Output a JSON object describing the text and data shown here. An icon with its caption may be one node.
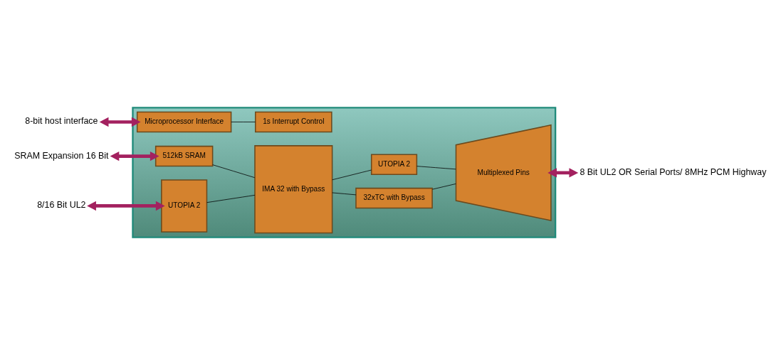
{
  "diagram": {
    "nodes": [
      {
        "text": [],
        "shape": "box"
      },
      {
        "text": [
          "Microprocessor Interface"
        ],
        "in": 0
      },
      {
        "text": [
          "1s Interrupt Control"
        ],
        "in": 0
      },
      {
        "text": [
          "512kB SRAM"
        ],
        "in": 0
      },
      {
        "text": [
          "32xTC with Bypass"
        ],
        "in": 0
      },
      {
        "text": [
          "IMA 32 with Bypass"
        ],
        "in": 0
      },
      {
        "text": [
          "UTOPIA 2"
        ],
        "in": 0
      },
      {
        "text": [
          "UTOPIA 2"
        ],
        "in": 0
      },
      {
        "text": [
          "Multiplexed Pins"
        ],
        "in": 0
      },
      {
        "text": [
          "8-bit host interface"
        ]
      },
      {
        "text": [
          "SRAM Expansion 16 Bit"
        ]
      },
      {
        "text": [
          "8/16 Bit UL2"
        ]
      },
      {
        "text": [
          "8 Bit UL2 OR Serial Ports/ 8MHz PCM Highway"
        ]
      }
    ],
    "edges": [
      {
        "from": 9,
        "to": 1,
        "arrow": "both",
        "style": "thick",
        "color": "#a3215f"
      },
      {
        "from": 1,
        "to": 2,
        "arrow": "none"
      },
      {
        "from": 10,
        "to": 3,
        "arrow": "both",
        "style": "thick",
        "color": "#a3215f"
      },
      {
        "from": 3,
        "to": 5,
        "arrow": "none"
      },
      {
        "from": 11,
        "to": 6,
        "arrow": "both",
        "style": "thick",
        "color": "#a3215f"
      },
      {
        "from": 6,
        "to": 5,
        "arrow": "none"
      },
      {
        "from": 5,
        "to": 4,
        "arrow": "none"
      },
      {
        "from": 5,
        "to": 7,
        "arrow": "none"
      },
      {
        "from": 4,
        "to": 8,
        "arrow": "none"
      },
      {
        "from": 7,
        "to": 8,
        "arrow": "none"
      },
      {
        "from": 8,
        "to": 12,
        "arrow": "both",
        "style": "thick",
        "color": "#a3215f"
      }
    ]
  }
}
